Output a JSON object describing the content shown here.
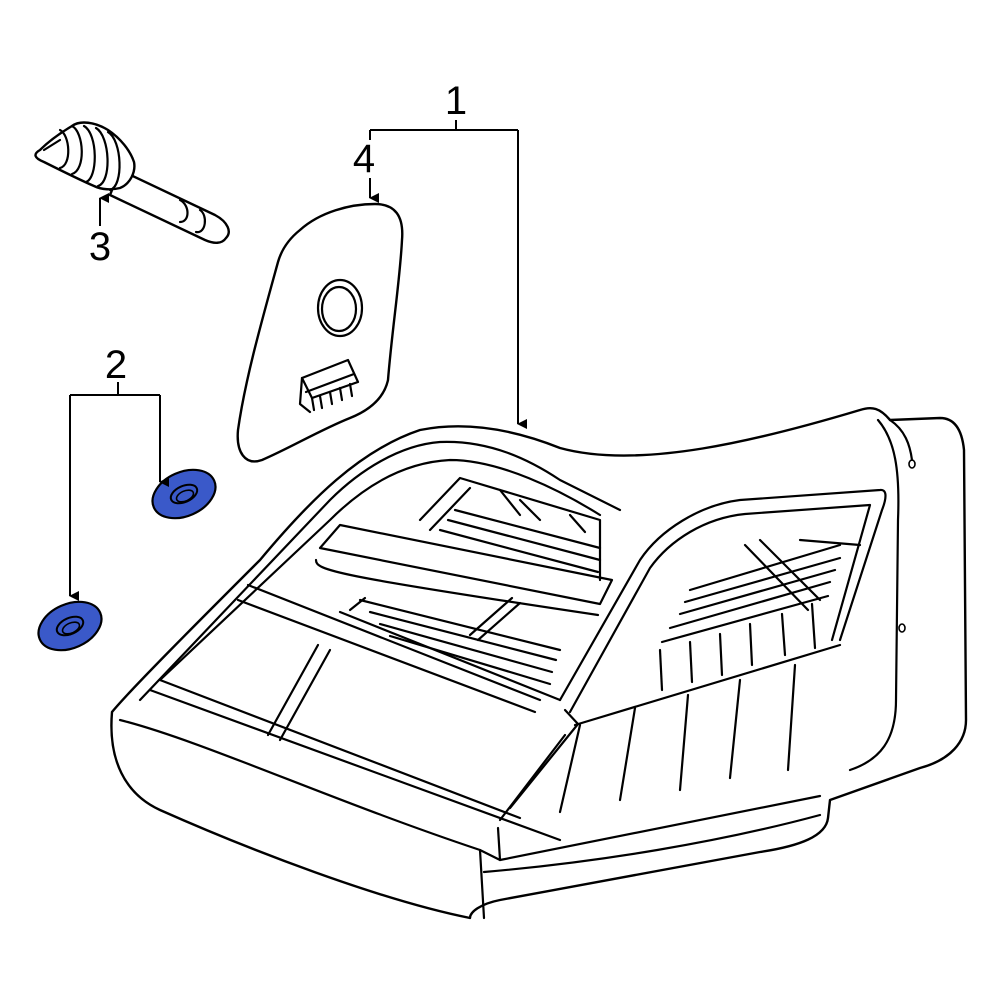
{
  "callouts": {
    "tail_lamp_assembly": "1",
    "grommet": "2",
    "bulb": "3",
    "gasket": "4"
  },
  "colors": {
    "highlight": "#3a59c9",
    "line": "#000000",
    "background": "#ffffff"
  }
}
